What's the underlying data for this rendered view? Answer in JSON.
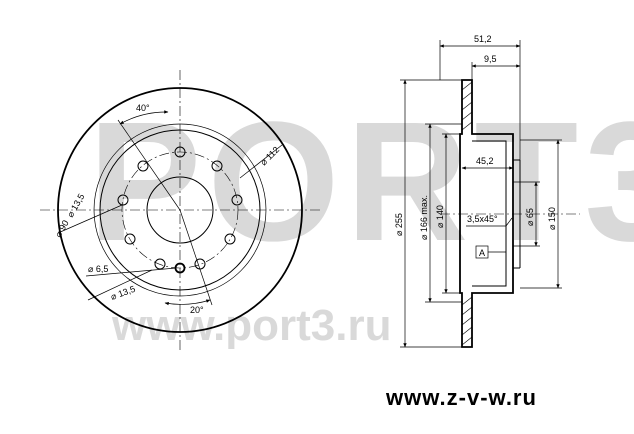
{
  "watermark": {
    "big": "PORT3",
    "url": "www.port3.ru"
  },
  "front_view": {
    "angle_top": "40°",
    "angle_bottom": "20°",
    "d_112": "⌀ 112",
    "d_90": "⌀ 90",
    "d_13_5_a": "⌀ 13,5",
    "d_6_5": "⌀ 6,5",
    "d_13_5_b": "⌀ 13,5"
  },
  "section_view": {
    "w_51_2": "51,2",
    "w_9_5": "9,5",
    "w_45_2": "45,2",
    "d_255": "⌀ 255",
    "d_166": "⌀ 166 max.",
    "d_140": "⌀ 140",
    "d_65": "⌀ 65",
    "d_150": "⌀ 150",
    "chamfer": "3,5x45°",
    "datum": "A"
  },
  "website": "www.z-v-w.ru"
}
